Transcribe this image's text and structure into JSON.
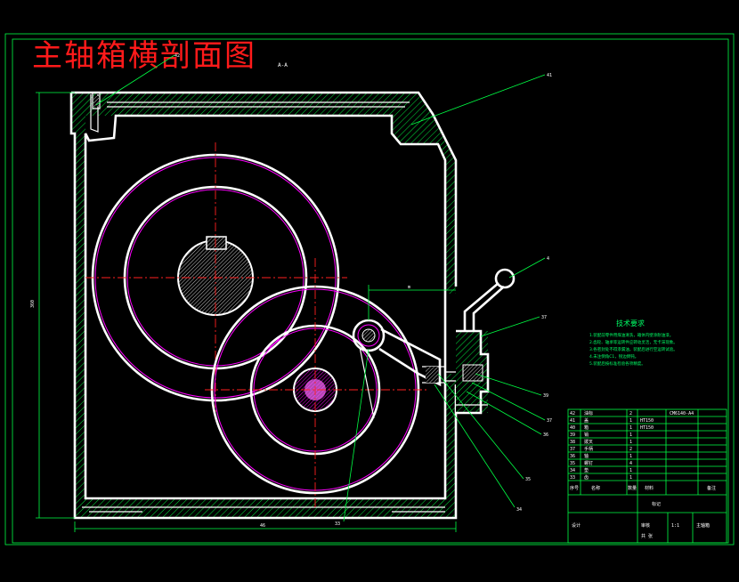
{
  "title": "主轴箱横剖面图",
  "section_label": "A-A",
  "leader_labels": {
    "top_left": "42",
    "top_right": "41",
    "handle": "4",
    "r37_upper": "37",
    "r39": "39",
    "r37_lower": "37",
    "r36": "36",
    "r35": "35",
    "r34": "34",
    "bottom": "33"
  },
  "dimensions": {
    "height": "360",
    "width": "46",
    "offset": "m"
  },
  "tech_requirements": {
    "heading": "技术要求",
    "lines": [
      "1.装配前零件用煤油清洗，箱体内壁涂耐油漆。",
      "2.齿轮、轴承等运转件应转动灵活，无卡滞现象。",
      "3.各密封处不得渗漏油，装配后进行空运转试验。",
      "4.未注倒角C1，锐边倒钝。",
      "5.装配后按标准检验各项精度。"
    ]
  },
  "title_block": {
    "drawing_no": "CM6140-A4",
    "parts": [
      {
        "no": "42",
        "name": "油标",
        "qty": "2",
        "material": "",
        "note": ""
      },
      {
        "no": "41",
        "name": "盖",
        "qty": "1",
        "material": "HT150",
        "note": ""
      },
      {
        "no": "40",
        "name": "箱",
        "qty": "1",
        "material": "HT150",
        "note": ""
      },
      {
        "no": "39",
        "name": "销",
        "qty": "1",
        "material": "",
        "note": ""
      },
      {
        "no": "38",
        "name": "拨叉",
        "qty": "1",
        "material": "",
        "note": ""
      },
      {
        "no": "37",
        "name": "手柄",
        "qty": "2",
        "material": "",
        "note": ""
      },
      {
        "no": "36",
        "name": "轴",
        "qty": "1",
        "material": "",
        "note": ""
      },
      {
        "no": "35",
        "name": "螺钉",
        "qty": "4",
        "material": "",
        "note": ""
      },
      {
        "no": "34",
        "name": "垫",
        "qty": "1",
        "material": "",
        "note": ""
      },
      {
        "no": "33",
        "name": "齿",
        "qty": "1",
        "material": "",
        "note": ""
      }
    ],
    "headers": [
      "序号",
      "名称",
      "数量",
      "材料",
      "备注"
    ],
    "center_label": "标记",
    "company": "主轴箱",
    "footer_left": "设计",
    "footer_mid": "审核",
    "scale": "1:1",
    "sheet": "共 张"
  }
}
